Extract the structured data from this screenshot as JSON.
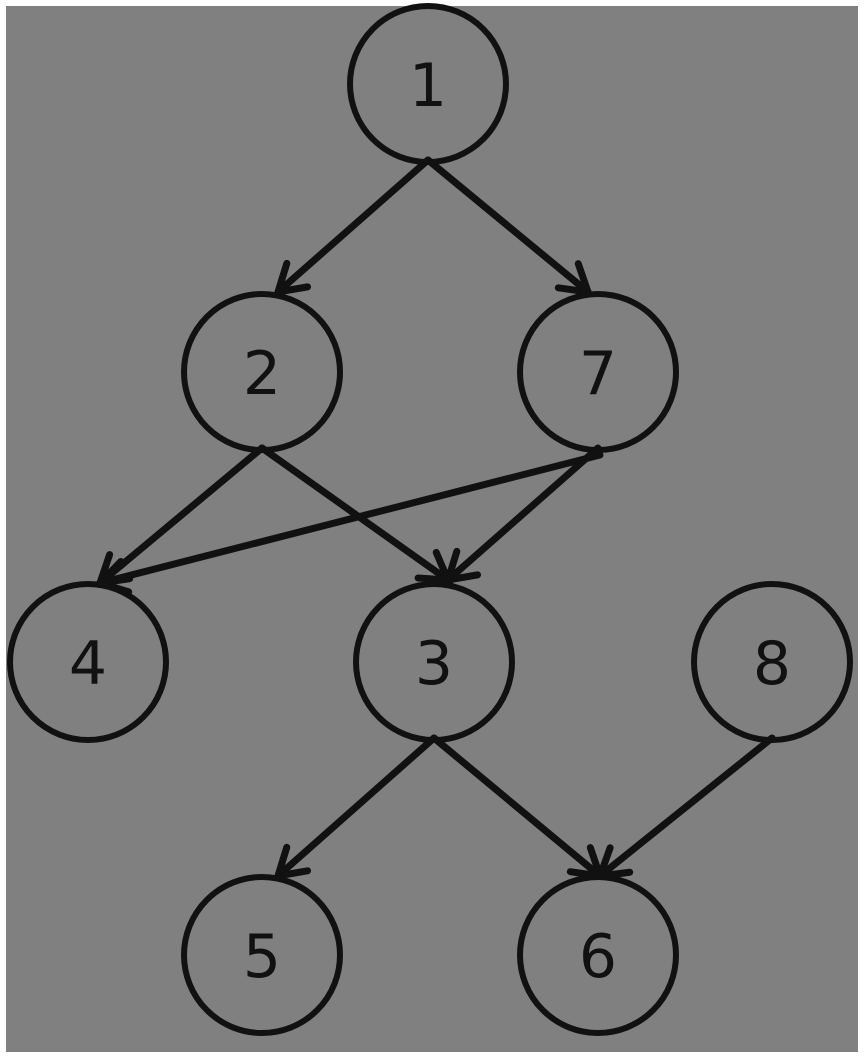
{
  "colors": {
    "background": "#808080",
    "stroke": "#111111",
    "border": "#ffffff"
  },
  "nodes": [
    {
      "id": "1",
      "label": "1"
    },
    {
      "id": "2",
      "label": "2"
    },
    {
      "id": "7",
      "label": "7"
    },
    {
      "id": "4",
      "label": "4"
    },
    {
      "id": "3",
      "label": "3"
    },
    {
      "id": "8",
      "label": "8"
    },
    {
      "id": "5",
      "label": "5"
    },
    {
      "id": "6",
      "label": "6"
    }
  ],
  "edges": [
    {
      "from": "1",
      "to": "2"
    },
    {
      "from": "1",
      "to": "7"
    },
    {
      "from": "2",
      "to": "4"
    },
    {
      "from": "2",
      "to": "3"
    },
    {
      "from": "7",
      "to": "4"
    },
    {
      "from": "7",
      "to": "3"
    },
    {
      "from": "3",
      "to": "5"
    },
    {
      "from": "3",
      "to": "6"
    },
    {
      "from": "8",
      "to": "6"
    }
  ]
}
